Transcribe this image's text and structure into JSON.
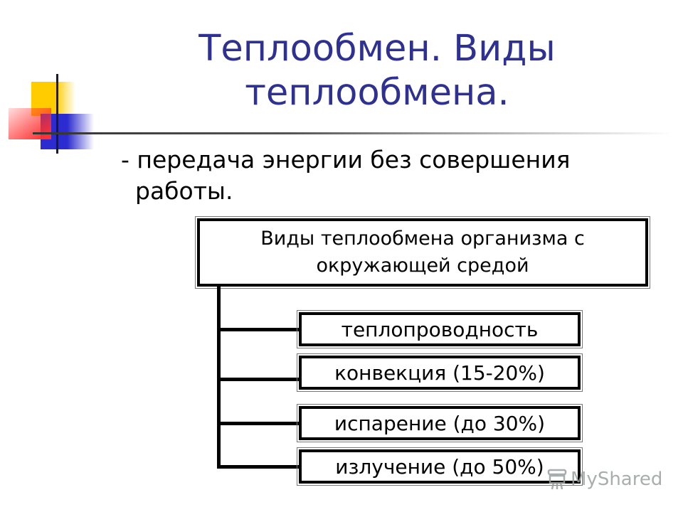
{
  "slide": {
    "title": "Теплообмен. Виды теплообмена.",
    "title_lines": [
      "Теплообмен. Виды",
      "теплообмена."
    ],
    "bullet_lines": [
      "- передача энергии без совершения",
      "работы."
    ],
    "colors": {
      "title": "#2e3192",
      "text": "#000000",
      "logo_yellow": "#ffcc00",
      "logo_red": "#ff3030",
      "logo_blue": "#2b2bd0"
    }
  },
  "diagram": {
    "root": {
      "lines": [
        "Виды теплообмена организма с",
        "окружающей средой"
      ]
    },
    "children": [
      {
        "label": "теплопроводность"
      },
      {
        "label": "конвекция (15-20%)"
      },
      {
        "label": "испарение (до 30%)"
      },
      {
        "label": "излучение (до 50%)"
      }
    ]
  },
  "watermark": {
    "icon": "presentation-board-icon",
    "text": "MyShared"
  }
}
